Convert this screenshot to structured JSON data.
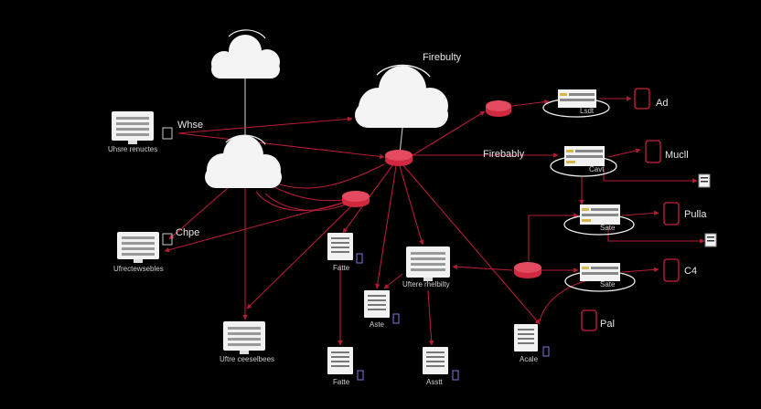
{
  "colors": {
    "background": "#000000",
    "link": "#c8203a",
    "router": "#d0283f",
    "device": "#f2f2f2",
    "tag": "#d6b84a"
  },
  "labels": {
    "firewall_top": "Firebulty",
    "firewall_mid": "Firebably",
    "whse": "Whse",
    "cupe": "Chpe",
    "ad": "Ad",
    "mucll": "Mucll",
    "pulla": "Pulla",
    "c4": "C4",
    "pal": "Pal",
    "client_a": "Uhsre renuctes",
    "client_b": "Ufrectewsebles",
    "client_c": "Uftre ceeselbees",
    "hub": "Uftere rhelbilty",
    "node_1": "Fatte",
    "node_2": "Aste",
    "node_3": "Fatte",
    "node_4": "Asstt",
    "node_5": "Acale",
    "srv_1": "Lsdt",
    "srv_2": "Cavt",
    "srv_3": "Sate",
    "srv_4": "Sate"
  },
  "icons": [
    "cloud-icon",
    "router-icon",
    "monitor-icon",
    "server-rack-icon",
    "phone-icon",
    "document-icon"
  ]
}
